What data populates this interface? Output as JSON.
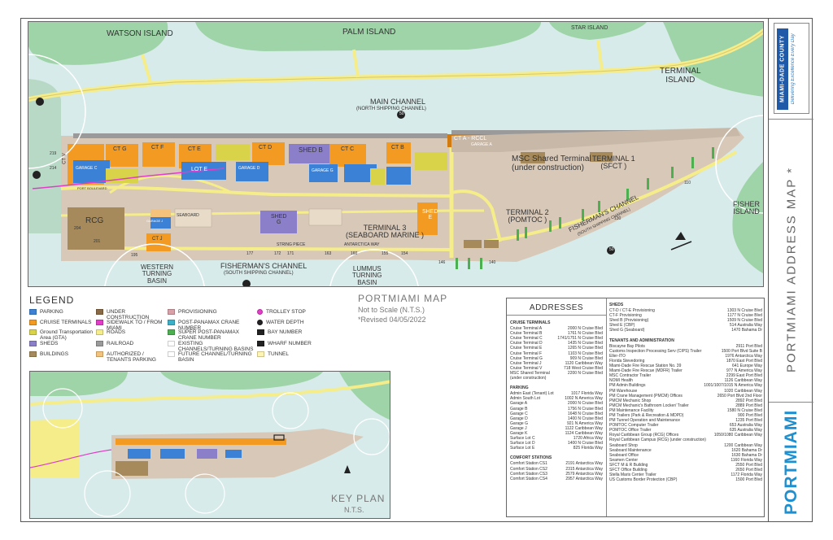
{
  "map_labels": {
    "watson_island": "WATSON\nISLAND",
    "palm_island": "PALM ISLAND",
    "star_island": "STAR ISLAND",
    "terminal_island": "TERMINAL\nISLAND",
    "main_channel": "MAIN CHANNEL",
    "main_channel_sub": "(NORTH SHIPPING CHANNEL)",
    "fisher_island": "FISHER\nISLAND",
    "fishermans_channel_diag": "FISHERMAN'S CHANNEL",
    "fishermans_channel_diag_sub": "(SOUTH SHIPPING CHANNEL)",
    "fishermans_channel": "FISHERMAN'S CHANNEL",
    "fishermans_channel_sub": "(SOUTH SHIPPING CHANNEL)",
    "western_basin": "WESTERN\nTURNING\nBASIN",
    "lummus_basin": "LUMMUS\nTURNING\nBASIN",
    "msc_terminal": "MSC Shared Terminal\n(under construction)",
    "terminal1": "TERMINAL 1\n(SFCT )",
    "terminal2": "TERMINAL 2\n(POMTOC )",
    "terminal3": "TERMINAL 3\n(SEABOARD MARINE )",
    "ct_a": "CT A - RCCL",
    "garage_a": "GARAGE A",
    "shed_b": "SHED B",
    "shed_e": "SHED\nE",
    "shed_g": "SHED\nG",
    "ct_b": "CT B",
    "ct_c": "CT C",
    "ct_d": "CT D",
    "ct_e": "CT E",
    "ct_f": "CT F",
    "ct_g": "CT G",
    "ct_v": "CT V",
    "ct_j": "CT J",
    "lot_e": "LOT E",
    "garage_j": "GARAGE J",
    "garage_c": "GARAGE C",
    "garage_d": "GARAGE D",
    "garage_g": "GARAGE G",
    "rcg": "RCG",
    "seaboard": "SEABOARD",
    "antarctica_way": "ANTARCTICA WAY",
    "string_piece": "STRING PIECE",
    "port_blvd": "PORT BOULEVARD",
    "berth_numbers": [
      "195",
      "177",
      "172",
      "171",
      "163",
      "160",
      "155",
      "154",
      "146",
      "140",
      "130",
      "110",
      "204",
      "201",
      "214",
      "219"
    ],
    "channel_depth_main": "50",
    "channel_depth_fisher": "50"
  },
  "legend": {
    "title": "LEGEND",
    "items": [
      {
        "label": "PARKING",
        "color": "#3b82d6"
      },
      {
        "label": "CRUISE TERMINALS",
        "color": "#f39a22"
      },
      {
        "label": "Ground Transportation Area (GTA)",
        "color": "#d9d34a"
      },
      {
        "label": "SHEDS",
        "color": "#8b7fc9"
      },
      {
        "label": "BUILDINGS",
        "color": "#a68a5b"
      },
      {
        "label": "UNDER CONSTRUCTION",
        "color": "#8a6a45"
      },
      {
        "label": "SIDEWALK TO / FROM MIAMI",
        "color": "#e23cc8"
      },
      {
        "label": "ROADS",
        "color": "#f5ec8a"
      },
      {
        "label": "RAILROAD",
        "color": "#9a9a9a"
      },
      {
        "label": "AUTHORIZED / TENANTS PARKING",
        "color": "#f4c27a"
      },
      {
        "label": "PROVISIONING",
        "color": "#d9a0a8"
      },
      {
        "label": "POST-PANAMAX CRANE NUMBER",
        "color": "#3cb0c8"
      },
      {
        "label": "SUPER POST-PANAMAX CRANE NUMBER",
        "color": "#4caf50"
      },
      {
        "label": "EXISTING CHANNELS/TURNING BASINS",
        "color": "#ffffff"
      },
      {
        "label": "FUTURE CHANNEL/TURNING BASIN",
        "color": "#ffffff"
      },
      {
        "label": "TROLLEY STOP",
        "color": "#e23cc8"
      },
      {
        "label": "WATER DEPTH",
        "color": "#222222"
      },
      {
        "label": "BAY NUMBER",
        "color": "#222222"
      },
      {
        "label": "WHARF NUMBER",
        "color": "#222222"
      },
      {
        "label": "TUNNEL",
        "color": "#fff5b0"
      }
    ]
  },
  "portmiami_map": {
    "title": "PORTMIAMI MAP",
    "scale": "Not to Scale (N.T.S.)",
    "revised": "*Revised 04/05/2022"
  },
  "addresses": {
    "title": "ADDRESSES",
    "cruise_title": "CRUISE TERMINALS",
    "cruise": [
      [
        "Cruise Terminal A",
        "2000 N Cruise Blvd"
      ],
      [
        "Cruise Terminal B",
        "1761 N Cruise Blvd"
      ],
      [
        "Cruise Terminal C",
        "1741/1751 N Cruise Blvd"
      ],
      [
        "Cruise Terminal D",
        "1435 N Cruise Blvd"
      ],
      [
        "Cruise Terminal E",
        "1265 N Cruise Blvd"
      ],
      [
        "Cruise Terminal F",
        "1103 N Cruise Blvd"
      ],
      [
        "Cruise Terminal G",
        "909 N Cruise Blvd"
      ],
      [
        "Cruise Terminal J",
        "1120 Caribbean Way"
      ],
      [
        "Cruise Terminal V",
        "718 West Cruise Blvd"
      ],
      [
        "MSC Shared Terminal",
        "2200 N Cruise Blvd"
      ],
      [
        "(under construction)",
        ""
      ]
    ],
    "parking_title": "PARKING",
    "parking": [
      [
        "Admin East (Tenant) Lot",
        "1017 Florida Way"
      ],
      [
        "Admin South Lot",
        "1002 N America Way"
      ],
      [
        "Garage A",
        "2000 N Cruise Blvd"
      ],
      [
        "Garage B",
        "1756 N Cruise Blvd"
      ],
      [
        "Garage C",
        "1648 N Cruise Blvd"
      ],
      [
        "Garage D",
        "1400 N Cruise Blvd"
      ],
      [
        "Garage G",
        "921 N America Way"
      ],
      [
        "Garage J",
        "1122 Caribbean Way"
      ],
      [
        "Garage K",
        "1124 Caribbean Way"
      ],
      [
        "Surface Lot C",
        "1720 Africa Way"
      ],
      [
        "Surface Lot D",
        "1400 N Cruise Blvd"
      ],
      [
        "Surface Lot E",
        "825 Florida Way"
      ]
    ],
    "comfort_title": "COMFORT STATIONS",
    "comfort": [
      [
        "Comfort Station CS1",
        "2191 Antarctica Way"
      ],
      [
        "Comfort Station CS2",
        "2315 Antarctica Way"
      ],
      [
        "Comfort Station CS3",
        "2579 Antarctica Way"
      ],
      [
        "Comfort Station CS4",
        "2957 Antarctica Way"
      ]
    ],
    "sheds_title": "SHEDS",
    "sheds": [
      [
        "CT-D / CT-E Provisioning",
        "1303 N Cruise Blvd"
      ],
      [
        "CT-F Provisioning",
        "1177 N Cruise Blvd"
      ],
      [
        "Shed B (Provisioning)",
        "1509 N Cruise Blvd"
      ],
      [
        "Shed E (CBP)",
        "514 Australia Way"
      ],
      [
        "Shed G (Seaboard)",
        "1470 Bahama Dr"
      ]
    ],
    "tenants_title": "TENANTS AND ADMINISTRATION",
    "tenants": [
      [
        "Biscayne Bay Pilots",
        "2911 Port Blvd"
      ],
      [
        "Customs Inspection Processing Serv (CIPS) Trailer",
        "1500 Port Blvd Suite B"
      ],
      [
        "Eller-ITO",
        "1976 Antarctica Way"
      ],
      [
        "Florida Stevedoring",
        "1870 East Port Blvd"
      ],
      [
        "Miami-Dade Fire Rescue Station No. 39",
        "641 Europe Way"
      ],
      [
        "Miami-Dade Fire Rescue (MDFR) Trailer",
        "977 N America Way"
      ],
      [
        "MSC Contractor Trailer",
        "2299 East Port Blvd"
      ],
      [
        "NOMI Health",
        "1126 Caribbean Way"
      ],
      [
        "PM Admin Buildings",
        "1001/1007/1015 N America Way"
      ],
      [
        "PM Warehouse",
        "1020 Caribbean Way"
      ],
      [
        "PM Crane Management (PMCM) Offices",
        "2650 Port Blvd 2nd Floor"
      ],
      [
        "PMCM Mechanic Shop",
        "2892 Port Blvd"
      ],
      [
        "PMCM Mechanic's Bathroom Locker/ Trailer",
        "2889 Port Blvd"
      ],
      [
        "PM Maintenance Facility",
        "1580 N Cruise Blvd"
      ],
      [
        "PM Trailers (Park & Recreation & MDPD)",
        "900 Port Blvd"
      ],
      [
        "PM Tunnel Operation and Maintenance",
        "1235 Port Blvd"
      ],
      [
        "POMTOC Computer Trailer",
        "653 Australia Way"
      ],
      [
        "POMTOC Office Trailer",
        "635 Australia Way"
      ],
      [
        "Royal Caribbean Group (RCG) Offices",
        "1050/1080 Caribbean Way"
      ],
      [
        "Royal Caribbean Campus (RCG) (under construction)",
        ""
      ],
      [
        "Seaboard Shop",
        "1200 Caribbean Way"
      ],
      [
        "Seaboard Maintenance",
        "1620 Bahama Dr"
      ],
      [
        "Seaboard Office",
        "1630 Bahama Dr"
      ],
      [
        "Seamen Center",
        "1160 Florida Way"
      ],
      [
        "SFCT M & R Building",
        "2550 Port Blvd"
      ],
      [
        "SFCT Office Building",
        "2650 Port Blvd"
      ],
      [
        "Stella Maris Center Trailer",
        "1172 Florida Way"
      ],
      [
        "US Customs Border Protection (CBP)",
        "1500 Port Blvd"
      ]
    ]
  },
  "keyplan": {
    "title": "KEY PLAN",
    "sub": "N.T.S."
  },
  "sidebar": {
    "logo_name": "MIAMI-DADE COUNTY",
    "logo_tagline": "Delivering Excellence Every Day",
    "title": "PORTMIAMI ADDRESS MAP *",
    "brand": "PORTMIAMI"
  },
  "colors": {
    "water": "#d7ebea",
    "land_green": "#9fd4a8",
    "port_land": "#d8c8b8",
    "road": "#f5ec8a",
    "parking": "#3b82d6",
    "terminal": "#f39a22",
    "shed": "#8b7fc9",
    "cargo": "#b8a898"
  }
}
